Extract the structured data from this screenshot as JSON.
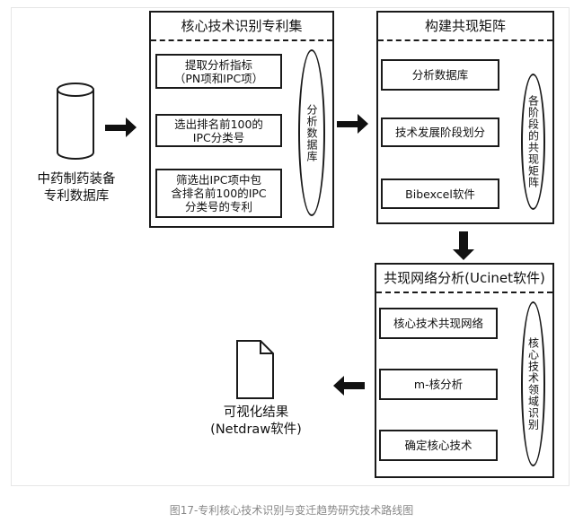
{
  "database": {
    "label": "中药制药装备\n专利数据库"
  },
  "panel1": {
    "title": "核心技术识别专利集",
    "steps": [
      "提取分析指标\n（PN项和IPC项）",
      "选出排名前100的\nIPC分类号",
      "筛选出IPC项中包\n含排名前100的IPC\n分类号的专利"
    ],
    "ellipse": "分析数据库"
  },
  "panel2": {
    "title": "构建共现矩阵",
    "steps": [
      "分析数据库",
      "技术发展阶段划分",
      "Bibexcel软件"
    ],
    "ellipse": "各阶段的共现矩阵"
  },
  "panel3": {
    "title": "共现网络分析(Ucinet软件)",
    "steps": [
      "核心技术共现网络",
      "m-核分析",
      "确定核心技术"
    ],
    "ellipse": "核心技术领域识别"
  },
  "output": {
    "label": "可视化结果\n(Netdraw软件)"
  },
  "caption": "图17-专利核心技术识别与变迁趋势研究技术路线图",
  "colors": {
    "stroke": "#1a1a1a",
    "arrow_light": "#888888",
    "caption": "#888888"
  },
  "icons": {
    "database": "cylinder-icon",
    "document": "document-icon"
  }
}
